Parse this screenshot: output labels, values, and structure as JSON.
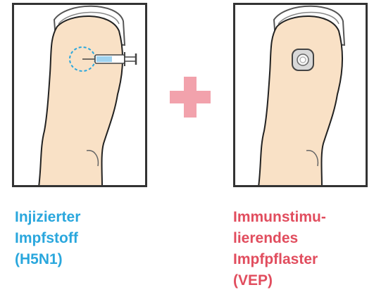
{
  "colors": {
    "left_caption": "#2AA7DD",
    "right_caption": "#E14D5E",
    "plus": "#F2A2AC",
    "skin": "#F9E1C6",
    "frame": "#333333"
  },
  "left_panel": {
    "icons": [
      "arm-icon",
      "injection-syringe-icon",
      "injection-site-icon"
    ],
    "caption_lines": [
      "Injizierter",
      "Impfstoff",
      "(H5N1)"
    ]
  },
  "operator": {
    "icon": "plus-icon"
  },
  "right_panel": {
    "icons": [
      "arm-icon",
      "vaccine-patch-icon"
    ],
    "caption_lines": [
      "Immunstimu-",
      "lierendes",
      "Impfpflaster",
      "(VEP)"
    ]
  }
}
